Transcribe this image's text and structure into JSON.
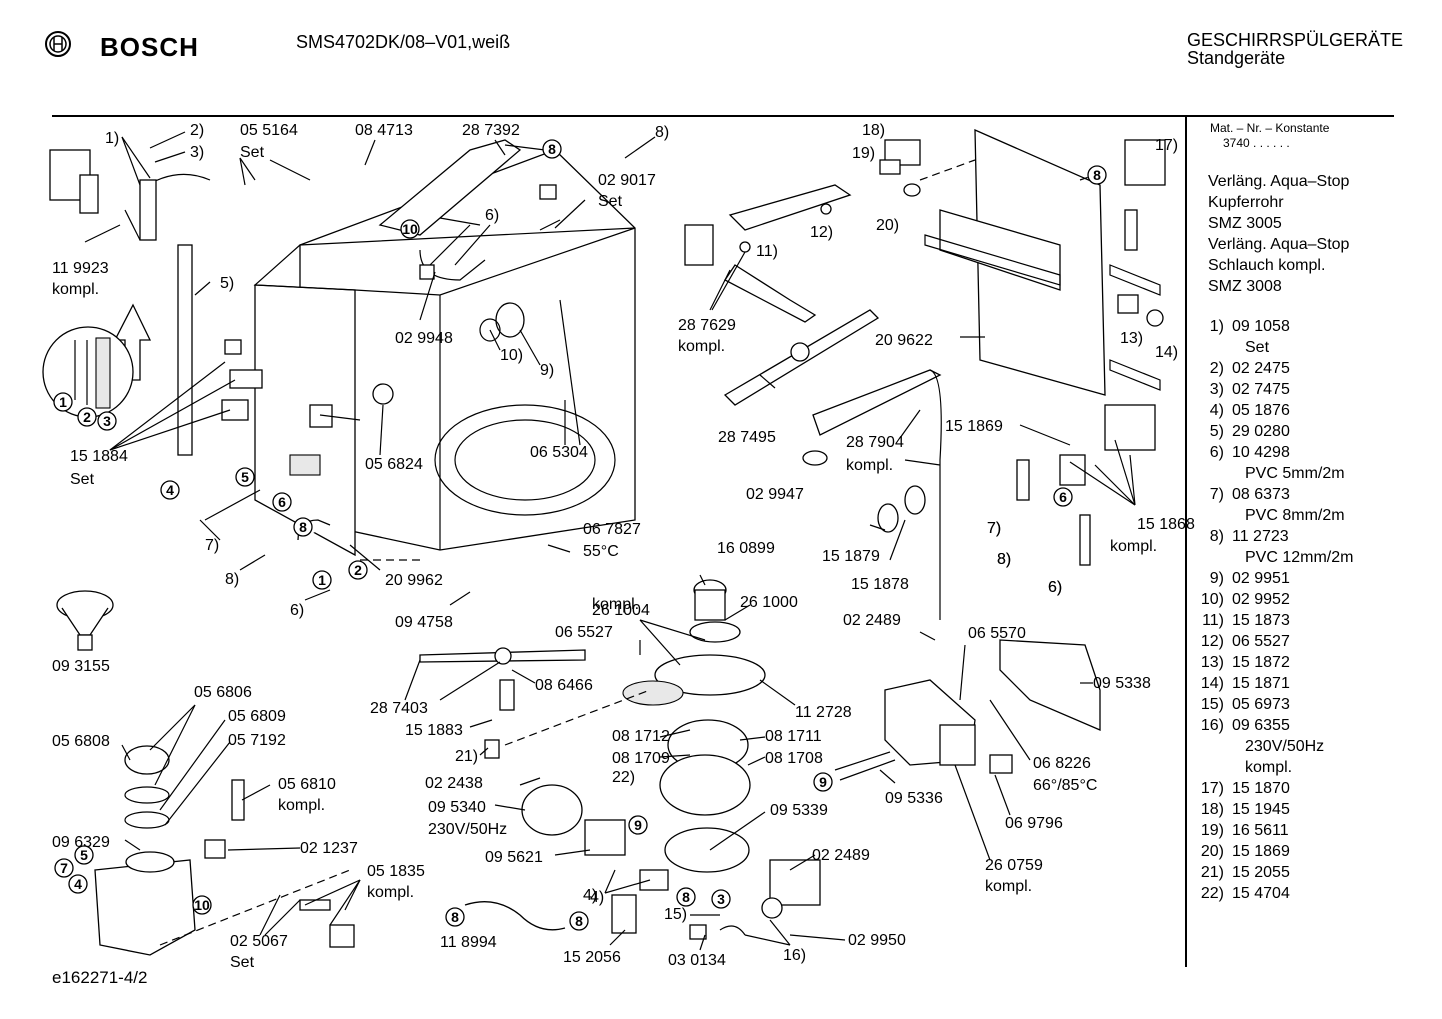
{
  "header": {
    "brand": "BOSCH",
    "model": "SMS4702DK/08–V01,weiß",
    "category": "GESCHIRRSPÜLGERÄTE",
    "subcategory": "Standgeräte"
  },
  "sidebar": {
    "mat_label": "Mat. – Nr. – Konstante",
    "mat_value": "3740 . . . . . .",
    "notes": [
      "Verläng. Aqua–Stop",
      "Kupferrohr",
      "SMZ 3005",
      "Verläng. Aqua–Stop",
      "Schlauch kompl.",
      "SMZ 3008"
    ]
  },
  "legend": [
    {
      "num": "1)",
      "val": "09 1058",
      "sub": "Set"
    },
    {
      "num": "2)",
      "val": "02 2475"
    },
    {
      "num": "3)",
      "val": "02 7475"
    },
    {
      "num": "4)",
      "val": "05 1876"
    },
    {
      "num": "5)",
      "val": "29 0280"
    },
    {
      "num": "6)",
      "val": "10 4298",
      "sub": "PVC 5mm/2m"
    },
    {
      "num": "7)",
      "val": "08 6373",
      "sub": "PVC 8mm/2m"
    },
    {
      "num": "8)",
      "val": "11 2723",
      "sub": "PVC 12mm/2m"
    },
    {
      "num": "9)",
      "val": "02 9951"
    },
    {
      "num": "10)",
      "val": "02 9952"
    },
    {
      "num": "11)",
      "val": "15 1873"
    },
    {
      "num": "12)",
      "val": "06 5527"
    },
    {
      "num": "13)",
      "val": "15 1872"
    },
    {
      "num": "14)",
      "val": "15 1871"
    },
    {
      "num": "15)",
      "val": "05 6973"
    },
    {
      "num": "16)",
      "val": "09 6355",
      "sub": "230V/50Hz",
      "sub2": "kompl."
    },
    {
      "num": "17)",
      "val": "15 1870"
    },
    {
      "num": "18)",
      "val": "15 1945"
    },
    {
      "num": "19)",
      "val": "16 5611"
    },
    {
      "num": "20)",
      "val": "15 1869"
    },
    {
      "num": "21)",
      "val": "15 2055"
    },
    {
      "num": "22)",
      "val": "15 4704"
    }
  ],
  "callouts": [
    "1)",
    "2)",
    "3)",
    "05 5164",
    "Set",
    "08 4713",
    "28 7392",
    "8)",
    "02 9017",
    "Set",
    "6)",
    "11 9923",
    "kompl.",
    "5)",
    "02 9948",
    "10)",
    "9)",
    "06 5304",
    "05 6824",
    "15 1884",
    "Set",
    "7)",
    "8)",
    "6)",
    "20 9962",
    "09 4758",
    "06 7827",
    "55°C",
    "09 3155",
    "28 7629",
    "kompl.",
    "11)",
    "12)",
    "28 7495",
    "02 9947",
    "28 7904",
    "kompl.",
    "18)",
    "19)",
    "20)",
    "17)",
    "20 9622",
    "13)",
    "14)",
    "15 1869",
    "15 1868",
    "kompl.",
    "7)",
    "8)",
    "6)",
    "15 1879",
    "15 1878",
    "16 0899",
    "26 1004",
    "kompl.",
    "26 1000",
    "06 5527",
    "28 7403",
    "08 6466",
    "11 2728",
    "15 1883",
    "08 1712",
    "08 1711",
    "21)",
    "08 1709",
    "08 1708",
    "02 2438",
    "22)",
    "09 5340",
    "230V/50Hz",
    "09 5339",
    "09 5621",
    "4)",
    "02 2489",
    "06 5570",
    "09 5338",
    "06 8226",
    "66°/85°C",
    "09 5336",
    "06 9796",
    "26 0759",
    "kompl.",
    "02 2489",
    "15)",
    "02 9950",
    "16)",
    "11 8994",
    "15 2056",
    "03 0134",
    "05 6806",
    "05 6809",
    "05 6808",
    "05 7192",
    "05 6810",
    "kompl.",
    "09 6329",
    "02 1237",
    "05 1835",
    "kompl.",
    "02 5067",
    "Set",
    "4)",
    "6)",
    "7)",
    "8)"
  ],
  "circled": [
    "8",
    "10",
    "1",
    "2",
    "3",
    "4",
    "5",
    "6",
    "7",
    "9"
  ],
  "footer": "e162271-4/2"
}
